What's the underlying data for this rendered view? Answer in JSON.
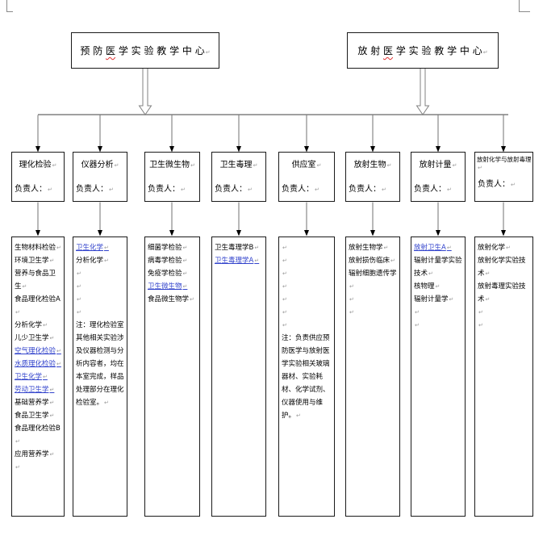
{
  "top_centers": [
    {
      "title_pre": "预 防 ",
      "title_marked": "医",
      "title_post": " 学 实 验 教 学 中 心"
    },
    {
      "title_pre": "放 射 ",
      "title_marked": "医",
      "title_post": " 学 实 验 教 学 中 心"
    }
  ],
  "labs": [
    {
      "name": "理化检验",
      "leader": "负责人：",
      "items": [
        {
          "text": "生物材料检验"
        },
        {
          "text": "环境卫生学"
        },
        {
          "text": "营养与食品卫生"
        },
        {
          "text": "食品理化检验A"
        },
        {
          "text": "分析化学"
        },
        {
          "text": "儿少卫生学"
        },
        {
          "text": "空气理化检验",
          "type": "link"
        },
        {
          "text": "水质理化检验",
          "type": "link"
        },
        {
          "text": "卫生化学",
          "type": "link"
        },
        {
          "text": "劳动卫生学",
          "type": "link"
        },
        {
          "text": "基础营养学"
        },
        {
          "text": "食品卫生学"
        },
        {
          "text": "食品理化检验B"
        },
        {
          "text": "应用营养学"
        },
        {
          "text": "",
          "type": "blank"
        }
      ]
    },
    {
      "name": "仪器分析",
      "leader": "负责人：",
      "items": [
        {
          "text": "卫生化学",
          "type": "link"
        },
        {
          "text": "分析化学"
        },
        {
          "text": "",
          "type": "blank"
        },
        {
          "text": "",
          "type": "blank"
        },
        {
          "text": "",
          "type": "blank"
        },
        {
          "text": "",
          "type": "blank"
        },
        {
          "text": "注：理化检验室其他相关实验涉及仪器检测与分析内容者，均在本室完成，样品处理部分在理化检验室。",
          "type": "note"
        }
      ]
    },
    {
      "name": "卫生微生物",
      "leader": "负责人：",
      "items": [
        {
          "text": "细菌学检验"
        },
        {
          "text": "病毒学检验"
        },
        {
          "text": "免疫学检验"
        },
        {
          "text": "卫生微生物",
          "type": "link"
        },
        {
          "text": "食品微生物学"
        }
      ]
    },
    {
      "name": "卫生毒理",
      "leader": "负责人：",
      "items": [
        {
          "text": "卫生毒理学B"
        },
        {
          "text": "卫生毒理学A",
          "type": "link"
        }
      ]
    },
    {
      "name": "供应室",
      "leader": "负责人：",
      "items": [
        {
          "text": "",
          "type": "blank"
        },
        {
          "text": "",
          "type": "blank"
        },
        {
          "text": "",
          "type": "blank"
        },
        {
          "text": "",
          "type": "blank"
        },
        {
          "text": "",
          "type": "blank"
        },
        {
          "text": "",
          "type": "blank"
        },
        {
          "text": "",
          "type": "blank"
        },
        {
          "text": "注：负责供应预防医学与放射医学实验相关玻璃器材、实验耗材、化学试剂、仪器使用与维护。",
          "type": "note"
        }
      ]
    },
    {
      "name": "放射生物",
      "leader": "负责人：",
      "items": [
        {
          "text": "放射生物学"
        },
        {
          "text": "放射损伤临床"
        },
        {
          "text": "辐射细胞遗传学"
        },
        {
          "text": "",
          "type": "blank"
        },
        {
          "text": "",
          "type": "blank"
        }
      ]
    },
    {
      "name": "放射计量",
      "leader": "负责人：",
      "items": [
        {
          "text": "放射卫生A",
          "type": "link"
        },
        {
          "text": "辐射计量学实验技术"
        },
        {
          "text": "核物理"
        },
        {
          "text": "辐射计量学"
        },
        {
          "text": "",
          "type": "blank"
        },
        {
          "text": "",
          "type": "blank"
        }
      ]
    },
    {
      "name": "放射化学与放射毒理",
      "leader": "负责人：",
      "items": [
        {
          "text": "放射化学"
        },
        {
          "text": "放射化学实验技术"
        },
        {
          "text": "放射毒理实验技术"
        },
        {
          "text": "",
          "type": "blank"
        },
        {
          "text": "",
          "type": "blank"
        }
      ]
    }
  ],
  "colors": {
    "link_blue": "#3344cc",
    "connector_gray": "#808080",
    "arrowhead_black": "#000000",
    "misspell_red": "#e03030"
  }
}
